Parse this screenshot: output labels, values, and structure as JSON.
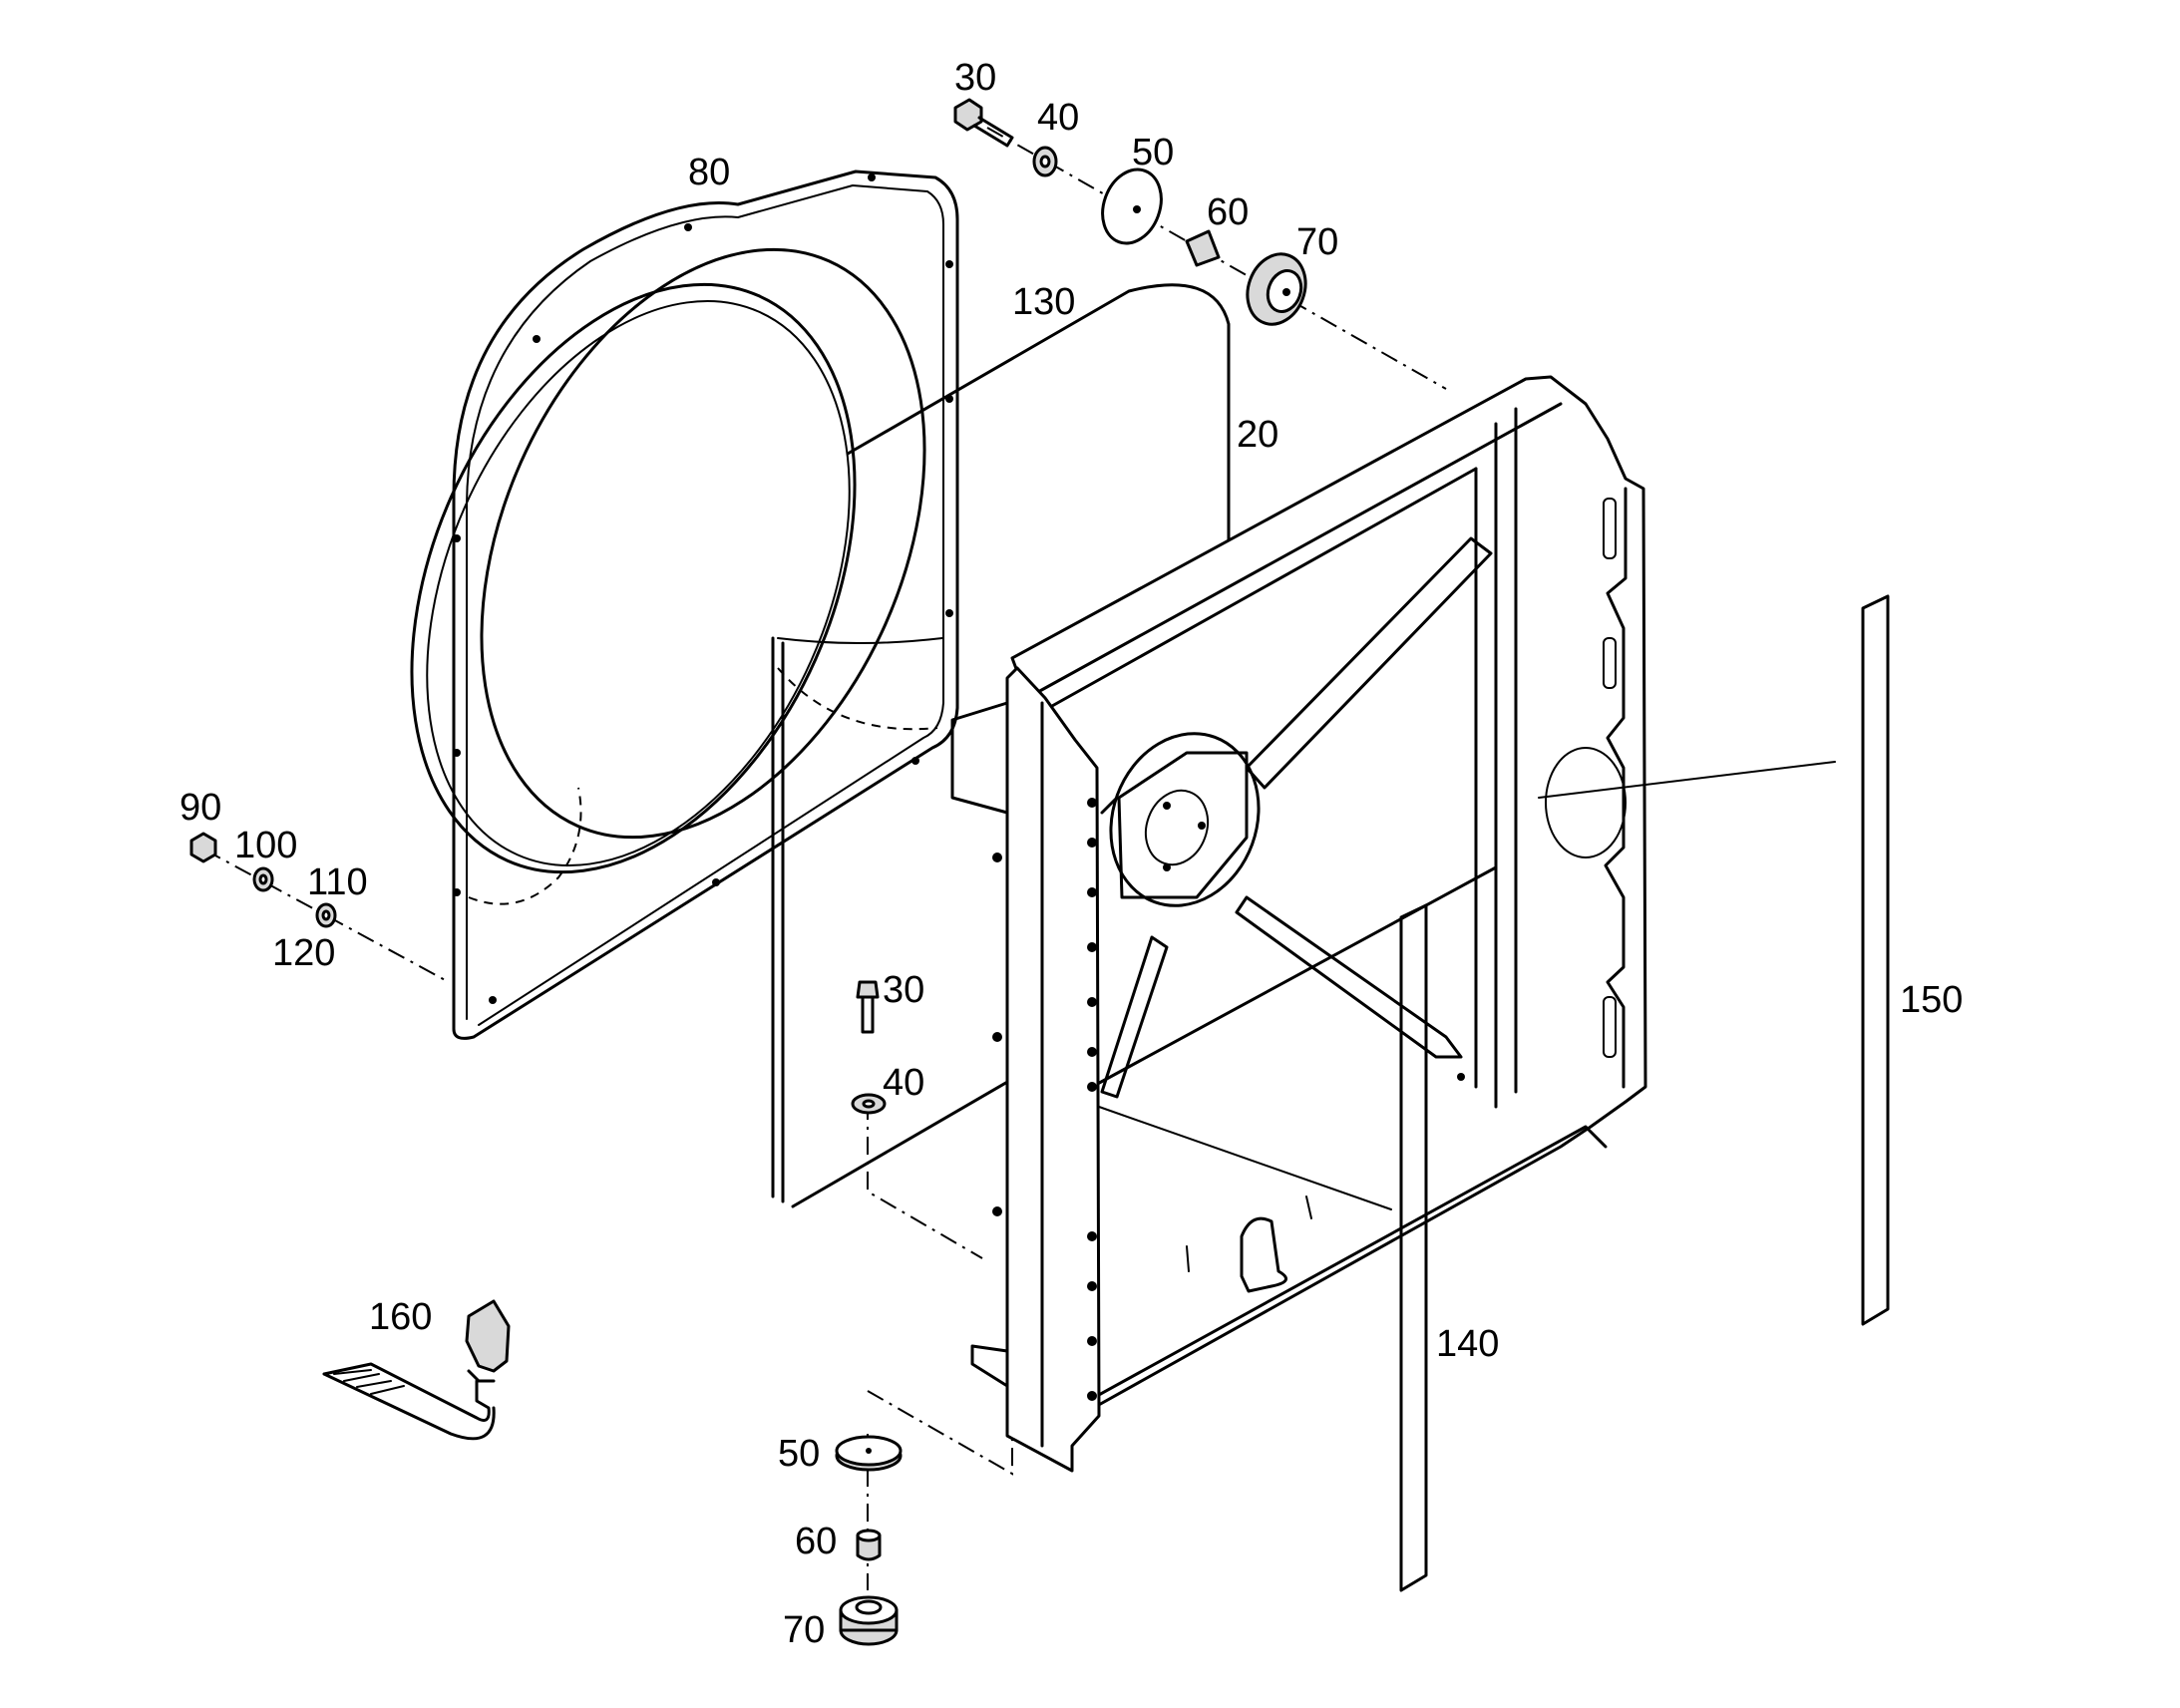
{
  "callouts": [
    {
      "id": "c30a",
      "text": "30"
    },
    {
      "id": "c40a",
      "text": "40"
    },
    {
      "id": "c50a",
      "text": "50"
    },
    {
      "id": "c60a",
      "text": "60"
    },
    {
      "id": "c70a",
      "text": "70"
    },
    {
      "id": "c80",
      "text": "80"
    },
    {
      "id": "c130",
      "text": "130"
    },
    {
      "id": "c20",
      "text": "20"
    },
    {
      "id": "c90",
      "text": "90"
    },
    {
      "id": "c100",
      "text": "100"
    },
    {
      "id": "c110",
      "text": "110"
    },
    {
      "id": "c120",
      "text": "120"
    },
    {
      "id": "c30b",
      "text": "30"
    },
    {
      "id": "c40b",
      "text": "40"
    },
    {
      "id": "c150",
      "text": "150"
    },
    {
      "id": "c140",
      "text": "140"
    },
    {
      "id": "c160",
      "text": "160"
    },
    {
      "id": "c50b",
      "text": "50"
    },
    {
      "id": "c60b",
      "text": "60"
    },
    {
      "id": "c70b",
      "text": "70"
    }
  ]
}
